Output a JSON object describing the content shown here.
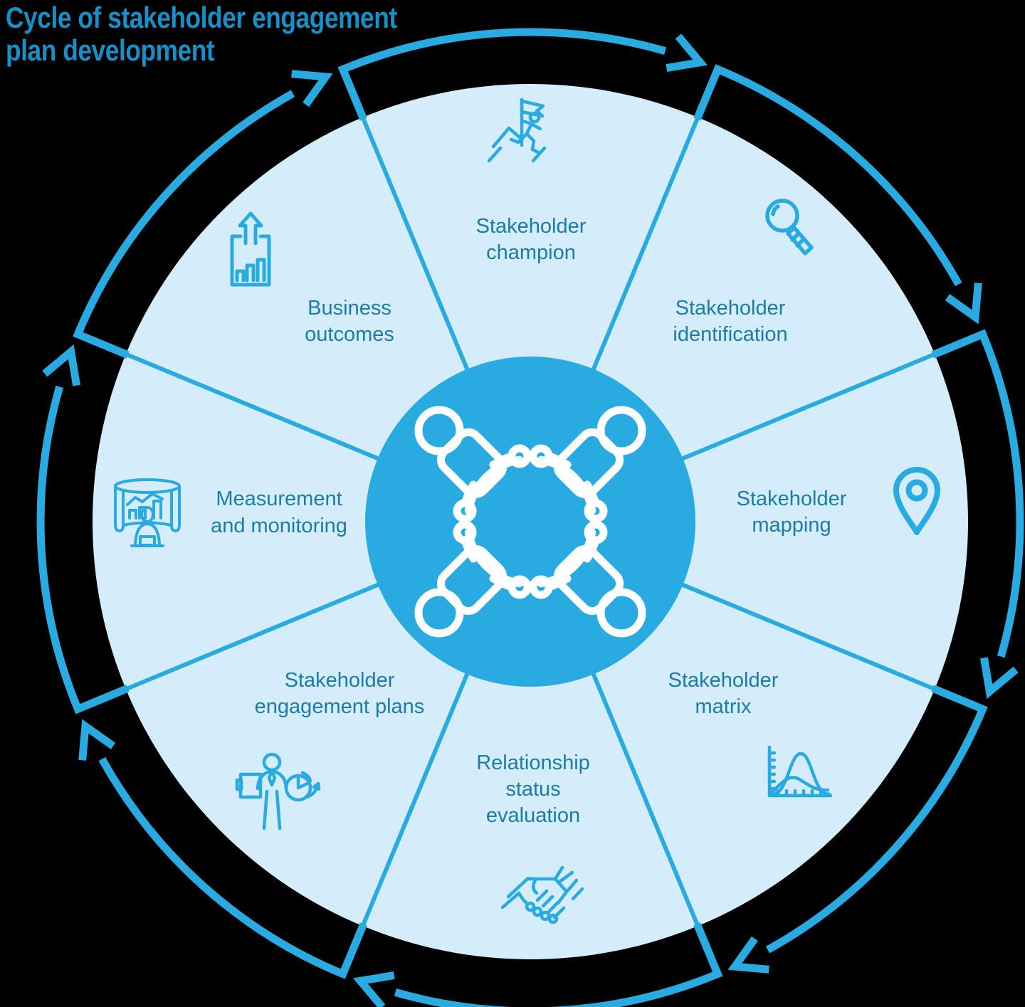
{
  "title": {
    "lines": [
      "Cycle of stakeholder engagement",
      "plan development"
    ]
  },
  "diagram": {
    "type": "cycle",
    "direction": "clockwise",
    "segment_count": 8,
    "center_icon": "people-around-table-icon"
  },
  "segments": [
    {
      "id": "stakeholder-champion",
      "lines": [
        "Stakeholder",
        "champion"
      ],
      "icon": "mountain-climber-flag-icon"
    },
    {
      "id": "stakeholder-identification",
      "lines": [
        "Stakeholder",
        "identification"
      ],
      "icon": "magnifying-glass-icon"
    },
    {
      "id": "stakeholder-mapping",
      "lines": [
        "Stakeholder",
        "mapping"
      ],
      "icon": "location-pin-icon"
    },
    {
      "id": "stakeholder-matrix",
      "lines": [
        "Stakeholder",
        "matrix"
      ],
      "icon": "bell-curve-chart-icon"
    },
    {
      "id": "relationship-status-evaluation",
      "lines": [
        "Relationship",
        "status",
        "evaluation"
      ],
      "icon": "handshake-icon"
    },
    {
      "id": "stakeholder-engagement-plans",
      "lines": [
        "Stakeholder",
        "engagement plans"
      ],
      "icon": "person-clipboard-pie-chart-icon"
    },
    {
      "id": "measurement-and-monitoring",
      "lines": [
        "Measurement",
        "and monitoring"
      ],
      "icon": "person-dashboard-icon"
    },
    {
      "id": "business-outcomes",
      "lines": [
        "Business",
        "outcomes"
      ],
      "icon": "bar-chart-up-arrow-icon"
    }
  ],
  "colors": {
    "background": "#000000",
    "wheel": "#D5EDFA",
    "accent": "#29ABE2",
    "title_text": "#1591C8",
    "label_text": "#1C7CA9",
    "center_icon": "#FFFFFF"
  }
}
